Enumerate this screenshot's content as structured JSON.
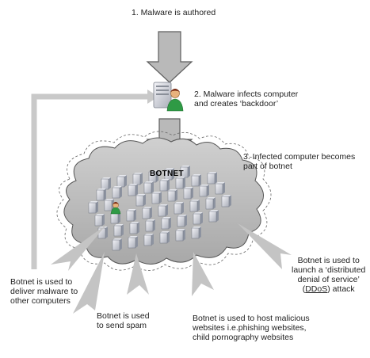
{
  "steps": {
    "authored": "1. Malware is authored",
    "infects": "2. Malware infects computer\nand creates ‘backdoor’",
    "infected": "3. Infected computer becomes\npart of botnet"
  },
  "botnet_title": "BOTNET",
  "outcomes": {
    "deliver": "Botnet is used to\ndeliver malware to\nother computers",
    "spam": "Botnet is used\nto send spam",
    "host": "Botnet is used to host malicious\nwebsites i.e.phishing websites,\nchild pornography websites",
    "ddos_prefix": "Botnet is used to\nlaunch a ‘distributed\ndenial of service’\n(",
    "ddos_abbr": "DDoS",
    "ddos_suffix": ") attack"
  },
  "colors": {
    "arrow_fill": "#b9b9b9",
    "arrow_stroke": "#5e5e5e",
    "cloud_fill": "#bdbdbd",
    "wide_arrow": "#c4c4c4"
  }
}
